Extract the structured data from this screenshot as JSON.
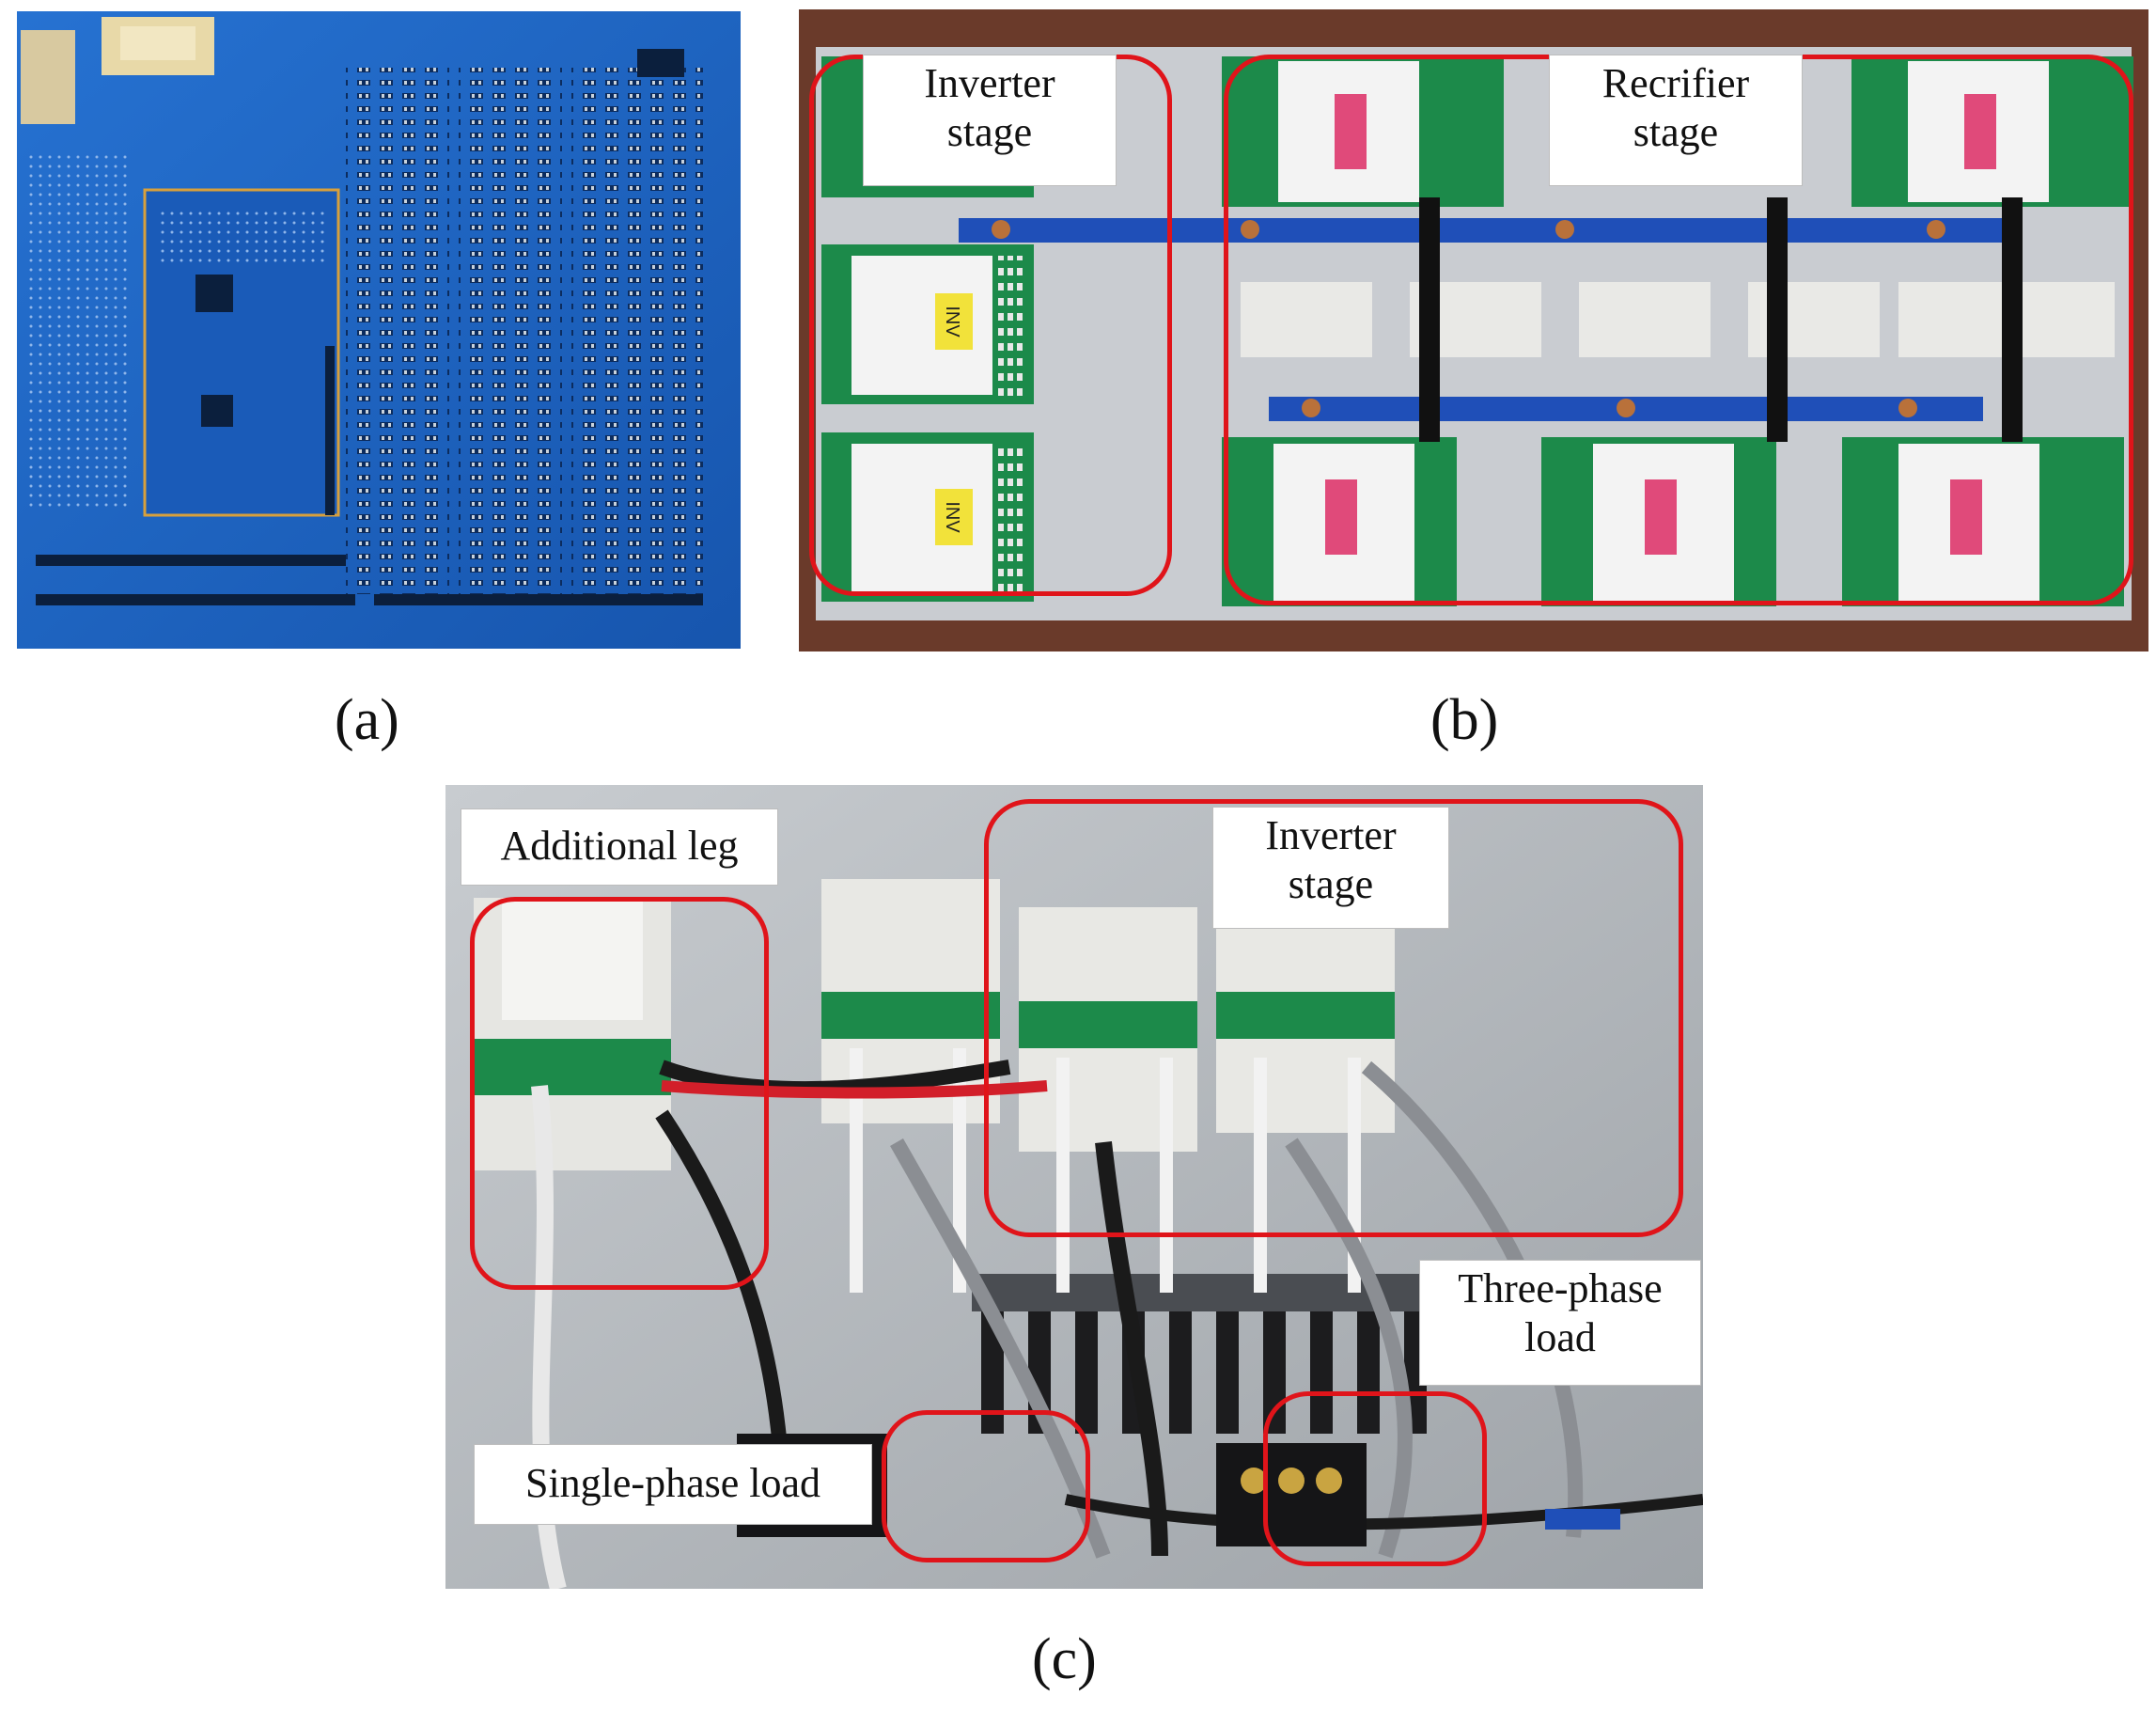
{
  "panels": {
    "a": {
      "caption": "(a)"
    },
    "b": {
      "caption": "(b)",
      "labels": {
        "inverter_line1": "Inverter",
        "inverter_line2": "stage",
        "rectifier_line1": "Recrifier",
        "rectifier_line2": "stage"
      },
      "module_marking": "INV"
    },
    "c": {
      "caption": "(c)",
      "labels": {
        "additional_leg": "Additional leg",
        "inverter_line1": "Inverter",
        "inverter_line2": "stage",
        "three_phase_line1": "Three-phase",
        "three_phase_line2": "load",
        "single_phase": "Single-phase load"
      }
    }
  },
  "colors": {
    "highlight_frame": "#e0141a",
    "pcb_blue": "#1f66c8",
    "pcb_green": "#1c8a4a",
    "busbar_blue": "#1f4fb8",
    "wood_background": "#6a3a2a"
  }
}
